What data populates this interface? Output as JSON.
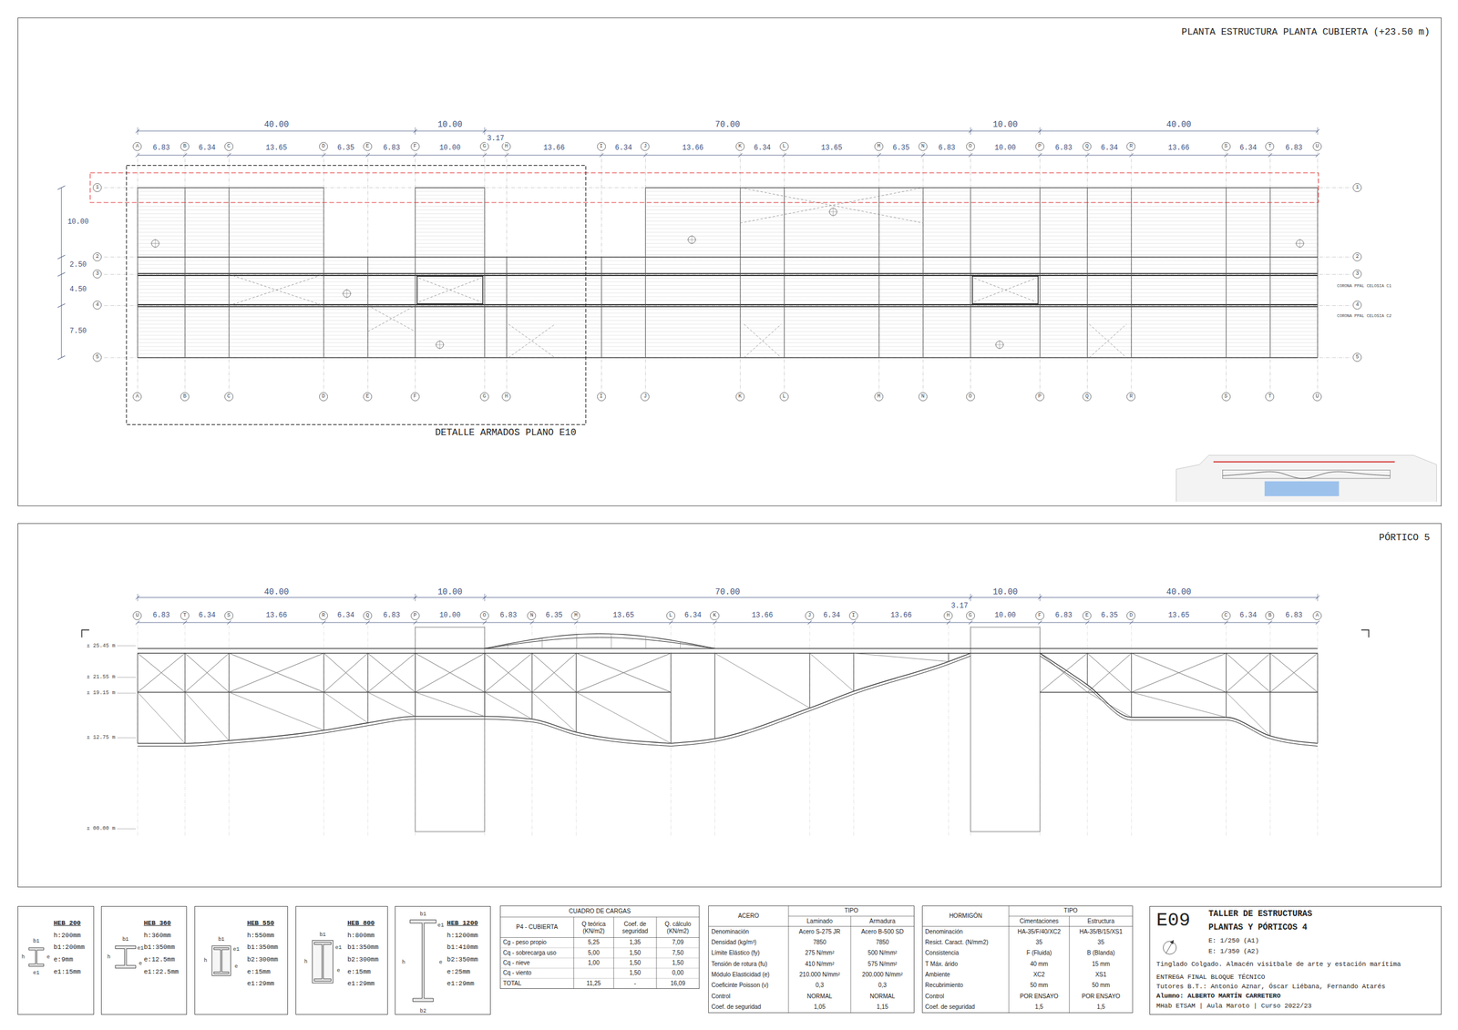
{
  "diagram": {
    "nodes": [
      {
        "text": [
          "PLANTA ESTRUCTURA PLANTA CUBIERTA (+23.50 m)"
        ]
      },
      {
        "text": [
          "A"
        ],
        "in": 0
      },
      {
        "text": [
          "B"
        ],
        "in": 0
      },
      {
        "text": [
          "C"
        ],
        "in": 0
      },
      {
        "text": [
          "D"
        ],
        "in": 0
      },
      {
        "text": [
          "E"
        ],
        "in": 0
      },
      {
        "text": [
          "F"
        ],
        "in": 0
      },
      {
        "text": [
          "G"
        ],
        "in": 0
      },
      {
        "text": [
          "H"
        ],
        "in": 0
      },
      {
        "text": [
          "I"
        ],
        "in": 0
      },
      {
        "text": [
          "J"
        ],
        "in": 0
      },
      {
        "text": [
          "K"
        ],
        "in": 0
      },
      {
        "text": [
          "L"
        ],
        "in": 0
      },
      {
        "text": [
          "M"
        ],
        "in": 0
      },
      {
        "text": [
          "N"
        ],
        "in": 0
      },
      {
        "text": [
          "O"
        ],
        "in": 0
      },
      {
        "text": [
          "P"
        ],
        "in": 0
      },
      {
        "text": [
          "Q"
        ],
        "in": 0
      },
      {
        "text": [
          "R"
        ],
        "in": 0
      },
      {
        "text": [
          "S"
        ],
        "in": 0
      },
      {
        "text": [
          "T"
        ],
        "in": 0
      },
      {
        "text": [
          "U"
        ],
        "in": 0
      },
      {
        "text": [
          "A"
        ],
        "in": 0
      },
      {
        "text": [
          "B"
        ],
        "in": 0
      },
      {
        "text": [
          "C"
        ],
        "in": 0
      },
      {
        "text": [
          "D"
        ],
        "in": 0
      },
      {
        "text": [
          "E"
        ],
        "in": 0
      },
      {
        "text": [
          "F"
        ],
        "in": 0
      },
      {
        "text": [
          "G"
        ],
        "in": 0
      },
      {
        "text": [
          "H"
        ],
        "in": 0
      },
      {
        "text": [
          "I"
        ],
        "in": 0
      },
      {
        "text": [
          "J"
        ],
        "in": 0
      },
      {
        "text": [
          "K"
        ],
        "in": 0
      },
      {
        "text": [
          "L"
        ],
        "in": 0
      },
      {
        "text": [
          "M"
        ],
        "in": 0
      },
      {
        "text": [
          "N"
        ],
        "in": 0
      },
      {
        "text": [
          "O"
        ],
        "in": 0
      },
      {
        "text": [
          "P"
        ],
        "in": 0
      },
      {
        "text": [
          "Q"
        ],
        "in": 0
      },
      {
        "text": [
          "R"
        ],
        "in": 0
      },
      {
        "text": [
          "S"
        ],
        "in": 0
      },
      {
        "text": [
          "T"
        ],
        "in": 0
      },
      {
        "text": [
          "U"
        ],
        "in": 0
      },
      {
        "text": [
          "1"
        ],
        "in": 0
      },
      {
        "text": [
          "2"
        ],
        "in": 0
      },
      {
        "text": [
          "3"
        ],
        "in": 0
      },
      {
        "text": [
          "4"
        ],
        "in": 0
      },
      {
        "text": [
          "5"
        ],
        "in": 0
      },
      {
        "text": [
          "1"
        ],
        "in": 0
      },
      {
        "text": [
          "2"
        ],
        "in": 0
      },
      {
        "text": [
          "3"
        ],
        "in": 0
      },
      {
        "text": [
          "4"
        ],
        "in": 0
      },
      {
        "text": [
          "5"
        ],
        "in": 0
      },
      {
        "text": [
          "PÓRTICO 5"
        ]
      },
      {
        "text": [
          "U"
        ],
        "in": 53
      },
      {
        "text": [
          "T"
        ],
        "in": 53
      },
      {
        "text": [
          "S"
        ],
        "in": 53
      },
      {
        "text": [
          "R"
        ],
        "in": 53
      },
      {
        "text": [
          "Q"
        ],
        "in": 53
      },
      {
        "text": [
          "P"
        ],
        "in": 53
      },
      {
        "text": [
          "O"
        ],
        "in": 53
      },
      {
        "text": [
          "N"
        ],
        "in": 53
      },
      {
        "text": [
          "M"
        ],
        "in": 53
      },
      {
        "text": [
          "L"
        ],
        "in": 53
      },
      {
        "text": [
          "K"
        ],
        "in": 53
      },
      {
        "text": [
          "J"
        ],
        "in": 53
      },
      {
        "text": [
          "I"
        ],
        "in": 53
      },
      {
        "text": [
          "H"
        ],
        "in": 53
      },
      {
        "text": [
          "G"
        ],
        "in": 53
      },
      {
        "text": [
          "F"
        ],
        "in": 53
      },
      {
        "text": [
          "E"
        ],
        "in": 53
      },
      {
        "text": [
          "D"
        ],
        "in": 53
      },
      {
        "text": [
          "C"
        ],
        "in": 53
      },
      {
        "text": [
          "B"
        ],
        "in": 53
      },
      {
        "text": [
          "A"
        ],
        "in": 53
      },
      {
        "text": [
          "HEB 200",
          "h:200mm",
          "b1:200mm",
          "e:9mm",
          "e1:15mm"
        ]
      },
      {
        "text": [
          "HEB 360",
          "h:360mm",
          "b1:350mm",
          "e:12.5mm",
          "e1:22.5mm"
        ]
      },
      {
        "text": [
          "HEB 550",
          "h:550mm",
          "b1:350mm",
          "b2:300mm",
          "e:15mm",
          "e1:29mm"
        ]
      },
      {
        "text": [
          "HEB 800",
          "h:800mm",
          "b1:350mm",
          "b2:300mm",
          "e:15mm",
          "e1:29mm"
        ]
      },
      {
        "text": [
          "HEB 1200",
          "h:1200mm",
          "b1:410mm",
          "b2:350mm",
          "e:25mm",
          "e1:29mm"
        ]
      },
      {
        "text": [
          "E09",
          "TALLER DE ESTRUCTURAS",
          "PLANTAS Y PÓRTICOS 4",
          "E: 1/250 (A1)",
          "E: 1/350 (A2)",
          "Tinglado Colgado. Almacén visitbale de arte y estación marítima",
          "ENTREGA FINAL BLOQUE TÉCNICO",
          "Tutores B.T.: Antonio Aznar, Óscar Liébana, Fernando Atarés",
          "Alumno: ALBERTO MARTÍN CARRETERO",
          "MHab ETSAM | Aula Maroto | Curso 2022/23"
        ]
      }
    ],
    "labels": [
      "DETALLE ARMADOS PLANO E10",
      "40.00",
      "10.00",
      "70.00",
      "10.00",
      "40.00",
      "6.83",
      "6.34",
      "13.65",
      "6.35",
      "6.83",
      "10.00",
      "3.17",
      "13.66",
      "6.34",
      "13.66",
      "6.34",
      "13.65",
      "6.35",
      "6.83",
      "10.00",
      "6.83",
      "6.34",
      "13.66",
      "6.34",
      "6.83",
      "10.00",
      "2.50",
      "4.50",
      "7.50",
      "CORONA PPAL CELOSIA C1",
      "CORONA PPAL CELOSIA C2",
      "40.00",
      "10.00",
      "70.00",
      "10.00",
      "40.00",
      "6.83",
      "6.34",
      "13.66",
      "6.34",
      "6.83",
      "10.00",
      "6.83",
      "6.35",
      "13.65",
      "6.34",
      "13.66",
      "6.34",
      "13.66",
      "3.17",
      "10.00",
      "6.83",
      "6.35",
      "13.65",
      "6.34",
      "6.83",
      "± 25.45 m",
      "± 21.55 m",
      "± 19.15 m",
      "± 12.75 m",
      "± 00.00 m",
      "b1",
      "h",
      "e",
      "e1",
      "b1",
      "h",
      "e1",
      "e",
      "b1",
      "h",
      "e1",
      "e",
      "b1",
      "h",
      "e1",
      "e",
      "b1",
      "e1",
      "h",
      "e",
      "b2",
      "CUADRO DE CARGAS",
      "P4 - CUBIERTA",
      "Q teórica (KN/m2)",
      "Coef. de seguridad",
      "Q. cálculo (KN/m2)",
      "Cg - peso propio",
      "5,25",
      "1,35",
      "7,09",
      "Cq - sobrecarga uso",
      "5,00",
      "1,50",
      "7,50",
      "Cq - nieve",
      "1,00",
      "1,50",
      "1,50",
      "Cq - viento",
      "1,50",
      "0,00",
      "TOTAL",
      "11,25",
      "-",
      "16,09",
      "ACERO",
      "TIPO",
      "Laminado",
      "Armadura",
      "Denominación",
      "Acero S-275 JR",
      "Acero B-500 SD",
      "Densidad (kg/m³)",
      "7850",
      "7850",
      "Límite Elástico (fy)",
      "275 N/mm²",
      "500 N/mm²",
      "Tensión de rotura (fu)",
      "410 N/mm²",
      "575 N/mm²",
      "Módulo Elasticidad (e)",
      "210.000 N/mm²",
      "200.000 N/mm²",
      "Coeficinte Poisson (ν)",
      "0,3",
      "0,3",
      "Control",
      "NORMAL",
      "NORMAL",
      "Coef. de seguridad",
      "1,05",
      "1,15",
      "HORMIGÓN",
      "TIPO",
      "Cimentaciones",
      "Estructura",
      "Denominación",
      "HA-35/F/40/XC2",
      "HA-35/B/15/XS1",
      "Resict. Caract. (N/mm2)",
      "35",
      "35",
      "Consistencia",
      "F (Fluida)",
      "B (Blanda)",
      "T Máx. árido",
      "40 mm",
      "15 mm",
      "Ambiente",
      "XC2",
      "XS1",
      "Recubrimiento",
      "50 mm",
      "50 mm",
      "Control",
      "POR ENSAYO",
      "POR ENSAYO",
      "Coef. de seguridad",
      "1,5",
      "1,5"
    ]
  }
}
